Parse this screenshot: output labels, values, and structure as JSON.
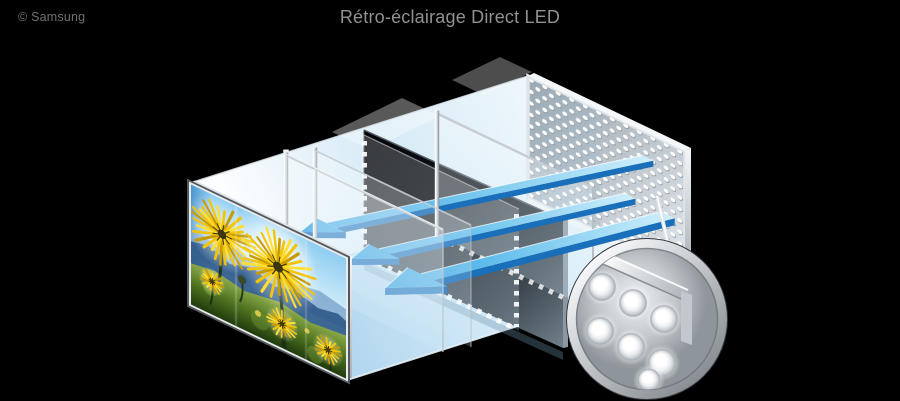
{
  "header": {
    "copyright": "© Samsung",
    "title": "Rétro-éclairage Direct LED"
  },
  "diagram": {
    "type": "3d-exploded-layers",
    "layers": [
      "screen-panel-flowers",
      "glass-panel",
      "glass-panel-2",
      "diffuser-sheet-dotted",
      "lcd-dark-panel",
      "diffuser-sheet-dotted-2",
      "led-backlight-panel-perforated"
    ],
    "light_arrows": {
      "count": 3,
      "direction": "led-to-screen",
      "color": "#2d9fe2",
      "light": "#cdeefb",
      "edge_color": "#1a6fba"
    },
    "magnifier": {
      "led_count": 6,
      "target": "led-backlight-panel"
    },
    "colors": {
      "background": "#000000",
      "title": "#8f9193",
      "copyright": "#707070",
      "glass": "#d8ecf8",
      "silver": "#c7ccd1",
      "led_dot": "#ffffff",
      "dark_panel": "#14181d"
    }
  }
}
